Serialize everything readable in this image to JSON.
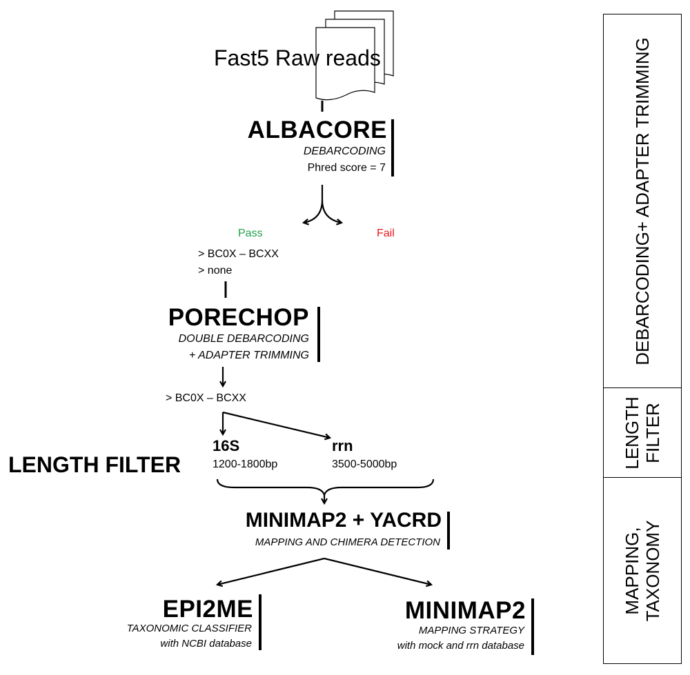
{
  "input": {
    "label": "Fast5 Raw reads"
  },
  "albacore": {
    "title": "ALBACORE",
    "subtitle": "DEBARCODING",
    "detail": "Phred score = 7"
  },
  "split": {
    "pass": "Pass",
    "fail": "Fail",
    "pass_color": "#1fa04a",
    "fail_color": "#e8161b"
  },
  "pass_outputs": [
    "> BC0X – BCXX",
    "> none"
  ],
  "porechop": {
    "title": "PORECHOP",
    "subtitle_line1": "DOUBLE DEBARCODING",
    "subtitle_line2": "+ ADAPTER TRIMMING"
  },
  "porechop_output": "> BC0X – BCXX",
  "length_filter": {
    "label": "LENGTH FILTER",
    "branches": [
      {
        "name": "16S",
        "range": "1200-1800bp"
      },
      {
        "name": "rrn",
        "range": "3500-5000bp"
      }
    ]
  },
  "minimap_yacrd": {
    "title": "MINIMAP2 + YACRD",
    "subtitle": "MAPPING AND CHIMERA DETECTION"
  },
  "epi2me": {
    "title": "EPI2ME",
    "subtitle_line1": "TAXONOMIC CLASSIFIER",
    "subtitle_line2": "with NCBI database"
  },
  "minimap2": {
    "title": "MINIMAP2",
    "subtitle_line1": "MAPPING STRATEGY",
    "subtitle_line2": "with mock and rrn database"
  },
  "stages": [
    {
      "label": "DEBARCODING+ ADAPTER TRIMMING"
    },
    {
      "label_line1": "LENGTH",
      "label_line2": "FILTER"
    },
    {
      "label_line1": "MAPPING,",
      "label_line2": "TAXONOMY"
    }
  ]
}
